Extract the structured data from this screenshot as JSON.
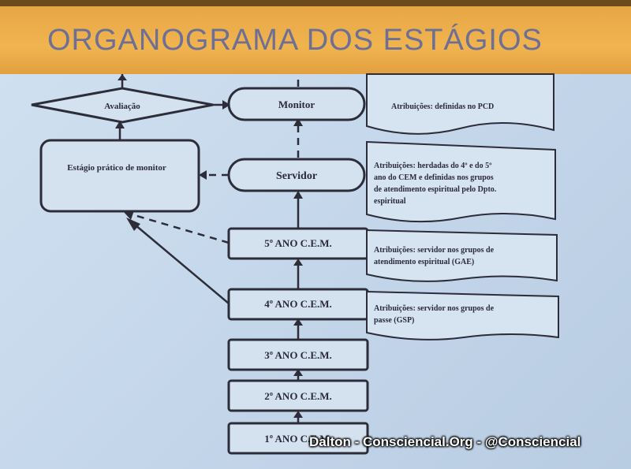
{
  "title": "ORGANOGRAMA DOS ESTÁGIOS",
  "nodes": {
    "avaliacao": "Avaliação",
    "monitor": "Monitor",
    "servidor": "Servidor",
    "estagio": "Estágio prático de monitor",
    "ano5": "5º ANO C.E.M.",
    "ano4": "4º ANO C.E.M.",
    "ano3": "3º ANO C.E.M.",
    "ano2": "2º ANO C.E.M.",
    "ano1": "1º ANO C.E.M."
  },
  "notes": {
    "monitor": [
      "Atribuições: definidas no PCD"
    ],
    "servidor": [
      "Atribuições: herdadas do 4º e do 5º",
      "ano do CEM e definidas nos grupos",
      "de atendimento espiritual pelo Dpto.",
      "espiritual"
    ],
    "ano5": [
      "Atribuições: servidor nos grupos de",
      "atendimento espiritual (GAE)"
    ],
    "ano4": [
      "Atribuições: servidor nos grupos de",
      "passe (GSP)"
    ]
  },
  "watermark": "Dalton - Consciencial.Org - @Consciencial"
}
